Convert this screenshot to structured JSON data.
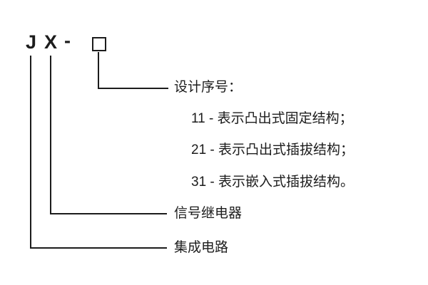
{
  "code": {
    "letter_j": "J",
    "letter_x": "X",
    "dash": "-",
    "placeholder_box": "□"
  },
  "design": {
    "title": "设计序号：",
    "items": [
      "11 - 表示凸出式固定结构；",
      "21 - 表示凸出式插拔结构；",
      "31 - 表示嵌入式插拔结构。"
    ]
  },
  "labels": {
    "signal_relay": "信号继电器",
    "integrated_circuit": "集成电路"
  },
  "colors": {
    "line": "#1c1c1c",
    "text": "#1c1c1c",
    "background": "#ffffff"
  }
}
